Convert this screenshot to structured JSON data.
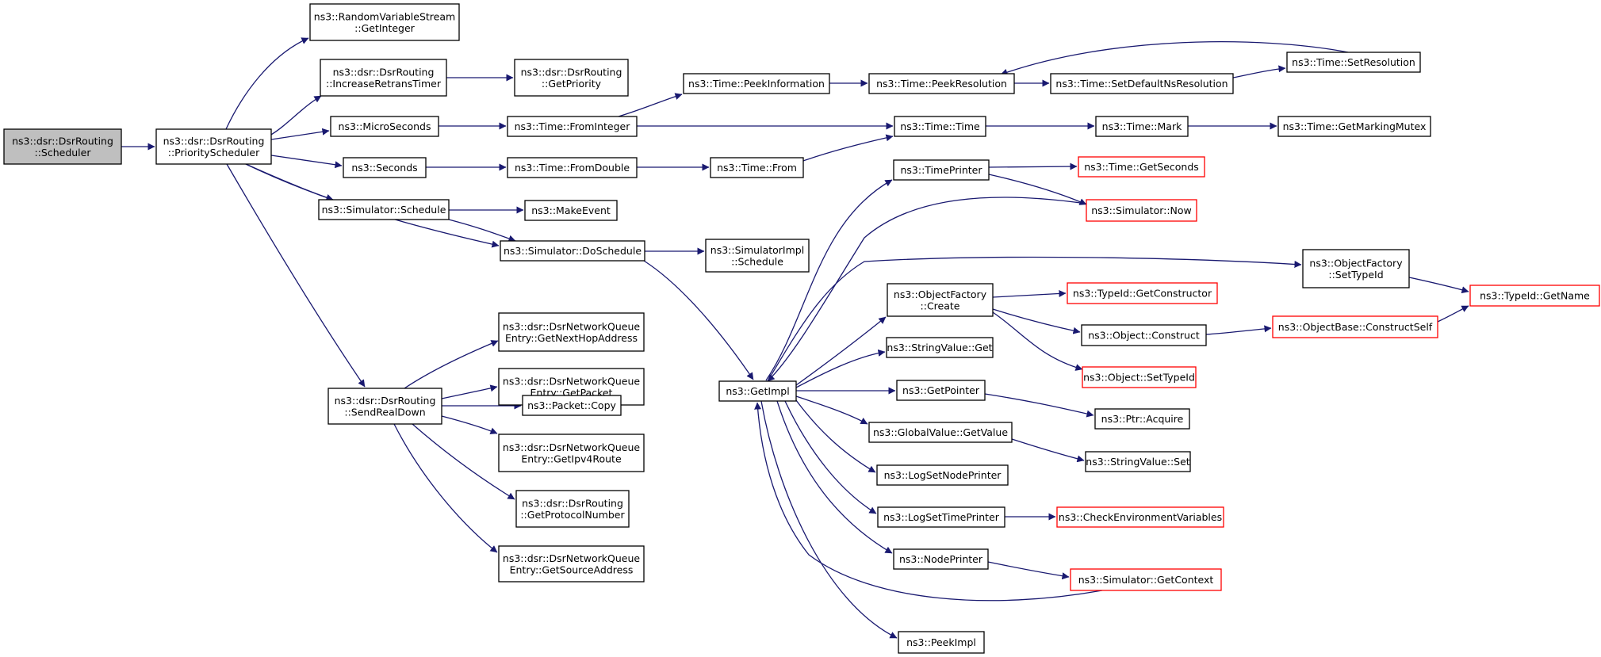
{
  "colors": {
    "edge": "#191970",
    "root_fill": "#bfbfbf",
    "truncated_border": "#ff0000",
    "border": "#000000"
  },
  "nodes": [
    {
      "id": "root",
      "lines": [
        "ns3::dsr::DsrRouting",
        "::Scheduler"
      ],
      "style": "root"
    },
    {
      "id": "ps",
      "lines": [
        "ns3::dsr::DsrRouting",
        "::PriorityScheduler"
      ]
    },
    {
      "id": "rvs",
      "lines": [
        "ns3::RandomVariableStream",
        "::GetInteger"
      ]
    },
    {
      "id": "irt",
      "lines": [
        "ns3::dsr::DsrRouting",
        "::IncreaseRetransTimer"
      ]
    },
    {
      "id": "gp",
      "lines": [
        "ns3::dsr::DsrRouting",
        "::GetPriority"
      ]
    },
    {
      "id": "micro",
      "lines": [
        "ns3::MicroSeconds"
      ]
    },
    {
      "id": "fromint",
      "lines": [
        "ns3::Time::FromInteger"
      ]
    },
    {
      "id": "peekinfo",
      "lines": [
        "ns3::Time::PeekInformation"
      ]
    },
    {
      "id": "peekres",
      "lines": [
        "ns3::Time::PeekResolution"
      ]
    },
    {
      "id": "setdef",
      "lines": [
        "ns3::Time::SetDefaultNsResolution"
      ]
    },
    {
      "id": "setres",
      "lines": [
        "ns3::Time::SetResolution"
      ]
    },
    {
      "id": "timetime",
      "lines": [
        "ns3::Time::Time"
      ]
    },
    {
      "id": "mark",
      "lines": [
        "ns3::Time::Mark"
      ]
    },
    {
      "id": "gmm",
      "lines": [
        "ns3::Time::GetMarkingMutex"
      ]
    },
    {
      "id": "seconds",
      "lines": [
        "ns3::Seconds"
      ]
    },
    {
      "id": "fromdouble",
      "lines": [
        "ns3::Time::FromDouble"
      ]
    },
    {
      "id": "from",
      "lines": [
        "ns3::Time::From"
      ]
    },
    {
      "id": "timeprinter",
      "lines": [
        "ns3::TimePrinter"
      ]
    },
    {
      "id": "getsec",
      "lines": [
        "ns3::Time::GetSeconds"
      ],
      "style": "truncated"
    },
    {
      "id": "simnow",
      "lines": [
        "ns3::Simulator::Now"
      ],
      "style": "truncated"
    },
    {
      "id": "schedule",
      "lines": [
        "ns3::Simulator::Schedule"
      ]
    },
    {
      "id": "makeevent",
      "lines": [
        "ns3::MakeEvent"
      ]
    },
    {
      "id": "dosched",
      "lines": [
        "ns3::Simulator::DoSchedule"
      ]
    },
    {
      "id": "simimpl",
      "lines": [
        "ns3::SimulatorImpl",
        "::Schedule"
      ]
    },
    {
      "id": "ofsettid",
      "lines": [
        "ns3::ObjectFactory",
        "::SetTypeId"
      ]
    },
    {
      "id": "getname",
      "lines": [
        "ns3::TypeId::GetName"
      ],
      "style": "truncated"
    },
    {
      "id": "ofcreate",
      "lines": [
        "ns3::ObjectFactory",
        "::Create"
      ]
    },
    {
      "id": "getctor",
      "lines": [
        "ns3::TypeId::GetConstructor"
      ],
      "style": "truncated"
    },
    {
      "id": "construct",
      "lines": [
        "ns3::Object::Construct"
      ]
    },
    {
      "id": "cself",
      "lines": [
        "ns3::ObjectBase::ConstructSelf"
      ],
      "style": "truncated"
    },
    {
      "id": "osettid",
      "lines": [
        "ns3::Object::SetTypeId"
      ],
      "style": "truncated"
    },
    {
      "id": "nhop",
      "lines": [
        "ns3::dsr::DsrNetworkQueue",
        "Entry::GetNextHopAddress"
      ]
    },
    {
      "id": "getpacket",
      "lines": [
        "ns3::dsr::DsrNetworkQueue",
        "Entry::GetPacket"
      ]
    },
    {
      "id": "srd",
      "lines": [
        "ns3::dsr::DsrRouting",
        "::SendRealDown"
      ]
    },
    {
      "id": "pcopy",
      "lines": [
        "ns3::Packet::Copy"
      ]
    },
    {
      "id": "ipv4",
      "lines": [
        "ns3::dsr::DsrNetworkQueue",
        "Entry::GetIpv4Route"
      ]
    },
    {
      "id": "proto",
      "lines": [
        "ns3::dsr::DsrRouting",
        "::GetProtocolNumber"
      ]
    },
    {
      "id": "srcaddr",
      "lines": [
        "ns3::dsr::DsrNetworkQueue",
        "Entry::GetSourceAddress"
      ]
    },
    {
      "id": "getimpl",
      "lines": [
        "ns3::GetImpl"
      ]
    },
    {
      "id": "svget",
      "lines": [
        "ns3::StringValue::Get"
      ]
    },
    {
      "id": "getptr",
      "lines": [
        "ns3::GetPointer"
      ]
    },
    {
      "id": "acquire",
      "lines": [
        "ns3::Ptr::Acquire"
      ]
    },
    {
      "id": "gvget",
      "lines": [
        "ns3::GlobalValue::GetValue"
      ]
    },
    {
      "id": "svset",
      "lines": [
        "ns3::StringValue::Set"
      ]
    },
    {
      "id": "lsnp",
      "lines": [
        "ns3::LogSetNodePrinter"
      ]
    },
    {
      "id": "lstp",
      "lines": [
        "ns3::LogSetTimePrinter"
      ]
    },
    {
      "id": "cev",
      "lines": [
        "ns3::CheckEnvironmentVariables"
      ],
      "style": "truncated"
    },
    {
      "id": "nodeprinter",
      "lines": [
        "ns3::NodePrinter"
      ]
    },
    {
      "id": "getctx",
      "lines": [
        "ns3::Simulator::GetContext"
      ],
      "style": "truncated"
    },
    {
      "id": "peekimpl",
      "lines": [
        "ns3::PeekImpl"
      ]
    }
  ]
}
